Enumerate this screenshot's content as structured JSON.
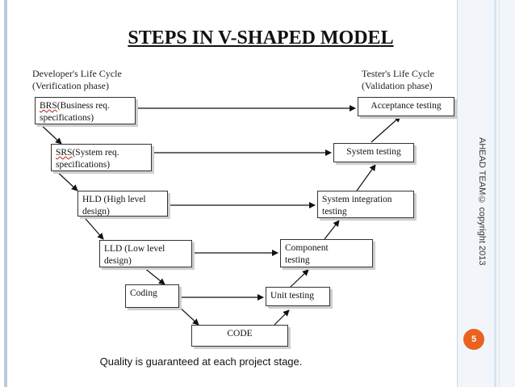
{
  "title": "STEPS IN V-SHAPED MODEL",
  "developer_label": "Developer's Life Cycle\n(Verification phase)",
  "tester_label": "Tester's Life Cycle\n(Validation phase)",
  "left_steps": {
    "brs": {
      "abbr": "BRS",
      "text": "(Business req.\nspecifications)"
    },
    "srs": {
      "abbr": "SRS",
      "text": "(System req.\nspecifications)"
    },
    "hld": "HLD (High level\ndesign)",
    "lld": "LLD (Low level\ndesign)",
    "coding": "Coding"
  },
  "bottom_step": "CODE",
  "right_steps": {
    "acceptance": "Acceptance testing",
    "system": "System testing",
    "integration": "System integration\ntesting",
    "component": "Component\ntesting",
    "unit": "Unit testing"
  },
  "copyright": "AHEAD TEAM© copyright 2013",
  "page_number": "5",
  "footnote": "Quality is guaranteed at each project stage."
}
